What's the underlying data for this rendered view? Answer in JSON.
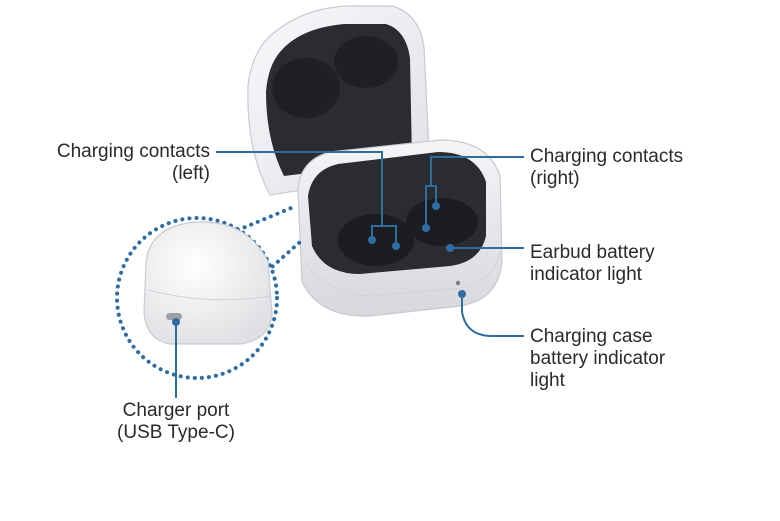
{
  "callouts": {
    "contacts_left": {
      "lines": [
        "Charging contacts",
        "(left)"
      ]
    },
    "contacts_right": {
      "lines": [
        "Charging contacts",
        "(right)"
      ]
    },
    "earbud_light": {
      "lines": [
        "Earbud battery",
        "indicator light"
      ]
    },
    "case_light": {
      "lines": [
        "Charging case",
        "battery indicator",
        "light"
      ]
    },
    "charger_port": {
      "lines": [
        "Charger port",
        "(USB Type-C)"
      ]
    }
  },
  "colors": {
    "callout_line": "#2e6da4",
    "case_shell": "#f2f3f5",
    "case_interior": "#2b2c2f",
    "text": "#2a2a2a"
  }
}
